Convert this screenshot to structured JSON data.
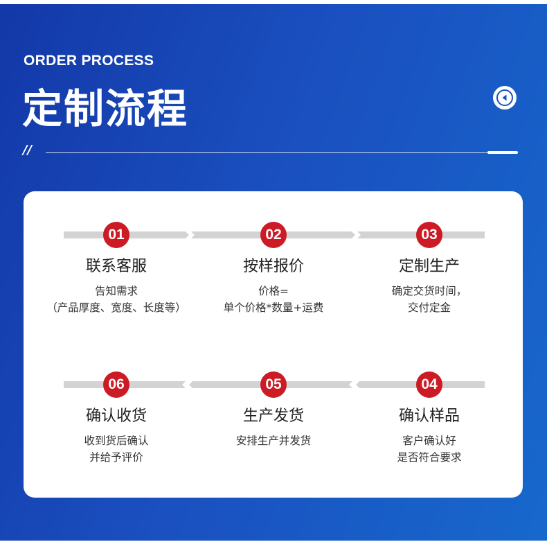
{
  "header": {
    "subtitle": "ORDER PROCESS",
    "title": "定制流程",
    "divider_mark": "//"
  },
  "colors": {
    "background_start": "#1338a8",
    "background_end": "#1768cd",
    "badge": "#cc1b24",
    "track": "#d3d3d3",
    "card": "#ffffff"
  },
  "icons": {
    "header_button": "arrow-left-circle-icon"
  },
  "steps": [
    {
      "number": "01",
      "title": "联系客服",
      "desc": [
        "告知需求",
        "（产品厚度、宽度、长度等）"
      ]
    },
    {
      "number": "02",
      "title": "按样报价",
      "desc": [
        "价格=",
        "单个价格*数量+运费"
      ]
    },
    {
      "number": "03",
      "title": "定制生产",
      "desc": [
        "确定交货时间，",
        "交付定金"
      ]
    },
    {
      "number": "04",
      "title": "确认样品",
      "desc": [
        "客户确认好",
        "是否符合要求"
      ]
    },
    {
      "number": "05",
      "title": "生产发货",
      "desc": [
        "安排生产并发货"
      ]
    },
    {
      "number": "06",
      "title": "确认收货",
      "desc": [
        "收到货后确认",
        "并给予评价"
      ]
    }
  ]
}
